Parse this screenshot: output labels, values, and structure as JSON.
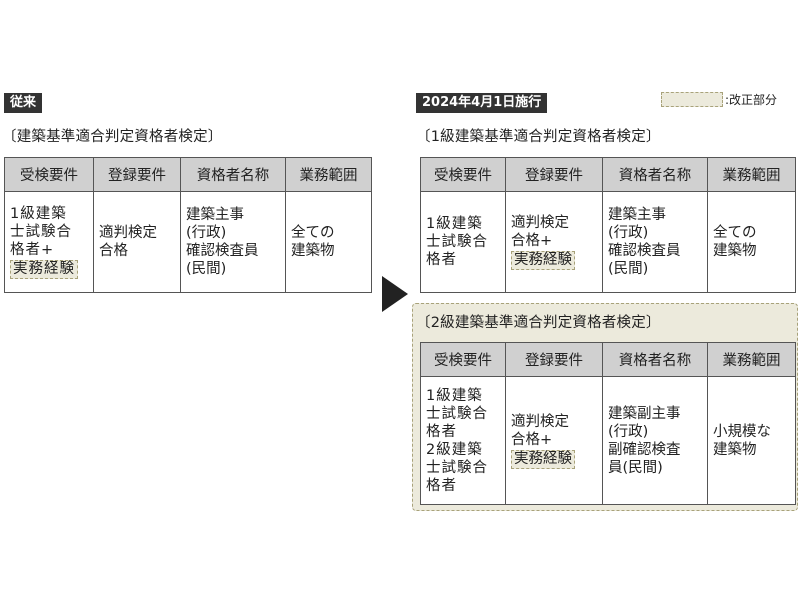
{
  "left": {
    "tag": "従来",
    "title": "〔建築基準適合判定資格者検定〕",
    "headers": [
      "受検要件",
      "登録要件",
      "資格者名称",
      "業務範囲"
    ],
    "row": {
      "exam_lines": [
        "1級建築",
        "士試験合",
        "格者+"
      ],
      "exam_badge": "実務経験",
      "registration_lines": [
        "適判検定",
        "合格"
      ],
      "name_lines": [
        "建築主事",
        "(行政)",
        "確認検査員",
        "(民間)"
      ],
      "scope_lines": [
        "全ての",
        "建築物"
      ]
    }
  },
  "right": {
    "tag": "2024年4月1日施行",
    "legend": ":改正部分",
    "first": {
      "title": "〔1級建築基準適合判定資格者検定〕",
      "headers": [
        "受検要件",
        "登録要件",
        "資格者名称",
        "業務範囲"
      ],
      "row": {
        "exam_lines": [
          "1級建築",
          "士試験合",
          "格者"
        ],
        "registration_lines": [
          "適判検定",
          "合格+"
        ],
        "registration_badge": "実務経験",
        "name_lines": [
          "建築主事",
          "(行政)",
          "確認検査員",
          "(民間)"
        ],
        "scope_lines": [
          "全ての",
          "建築物"
        ]
      }
    },
    "second": {
      "title": "〔2級建築基準適合判定資格者検定〕",
      "headers": [
        "受検要件",
        "登録要件",
        "資格者名称",
        "業務範囲"
      ],
      "row": {
        "exam_lines": [
          "1級建築",
          "士試験合",
          "格者",
          "2級建築",
          "士試験合",
          "格者"
        ],
        "registration_lines": [
          "適判検定",
          "合格+"
        ],
        "registration_badge": "実務経験",
        "name_lines": [
          "建築副主事",
          "(行政)",
          "副確認検査",
          "員(民間)"
        ],
        "scope_lines": [
          "小規模な",
          "建築物"
        ]
      }
    }
  },
  "colors": {
    "header_bg": "#d0d0d0",
    "highlight_bg": "#eceadc",
    "highlight_border": "#a8a27a",
    "tag_bg": "#333333"
  }
}
